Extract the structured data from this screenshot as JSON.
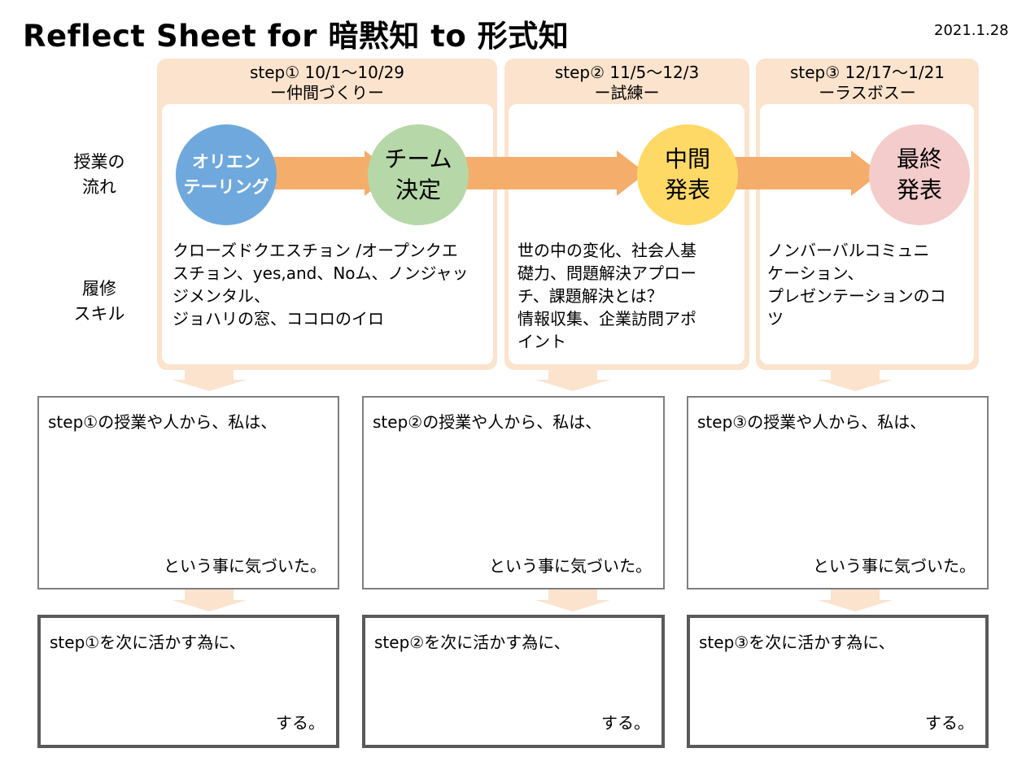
{
  "title": "Reflect Sheet for 暗黙知 to 形式知",
  "date": "2021.1.28",
  "row_labels": {
    "flow": [
      "授業の",
      "流れ"
    ],
    "skills": [
      "履修",
      "スキル"
    ]
  },
  "steps": [
    {
      "header": [
        "step① 10/1～10/29",
        "ー仲間づくりー"
      ],
      "skills": [
        "クローズドクエスチョン /オープンクエ",
        "スチョン、yes,and、Noム、ノンジャッ",
        "ジメンタル、",
        "ジョハリの窓、ココロのイロ"
      ]
    },
    {
      "header": [
        "step② 11/5～12/3",
        "ー試練ー"
      ],
      "skills": [
        "世の中の変化、社会人基",
        "礎力、問題解決アプロー",
        "チ、課題解決とは？",
        "情報収集、企業訪問アポ",
        "イント"
      ]
    },
    {
      "header": [
        "step③ 12/17～1/21",
        "ーラスボスー"
      ],
      "skills": [
        "ノンバーバルコミュニ",
        "ケーション、",
        "プレゼンテーションのコ",
        "ツ"
      ]
    }
  ],
  "milestones": [
    {
      "lines": [
        "オリエン",
        "テーリング"
      ],
      "color": "#6fa8dc"
    },
    {
      "lines": [
        "チーム",
        "決定"
      ],
      "color": "#b6d7a8"
    },
    {
      "lines": [
        "中間",
        "発表"
      ],
      "color": "#ffd966"
    },
    {
      "lines": [
        "最終",
        "発表"
      ],
      "color": "#f4cccc"
    }
  ],
  "reflections": [
    {
      "lead": "step①の授業や人から、私は、",
      "tail": "という事に気づいた。"
    },
    {
      "lead": "step②の授業や人から、私は、",
      "tail": "という事に気づいた。"
    },
    {
      "lead": "step③の授業や人から、私は、",
      "tail": "という事に気づいた。"
    }
  ],
  "actions": [
    {
      "lead": "step①を次に活かす為に、",
      "tail": "する。"
    },
    {
      "lead": "step②を次に活かす為に、",
      "tail": "する。"
    },
    {
      "lead": "step③を次に活かす為に、",
      "tail": "する。"
    }
  ],
  "colors": {
    "panel": "#fbe3cd",
    "arrow": "#f5ad6b",
    "box_border": "#7f7f7f",
    "action_border": "#595959"
  }
}
